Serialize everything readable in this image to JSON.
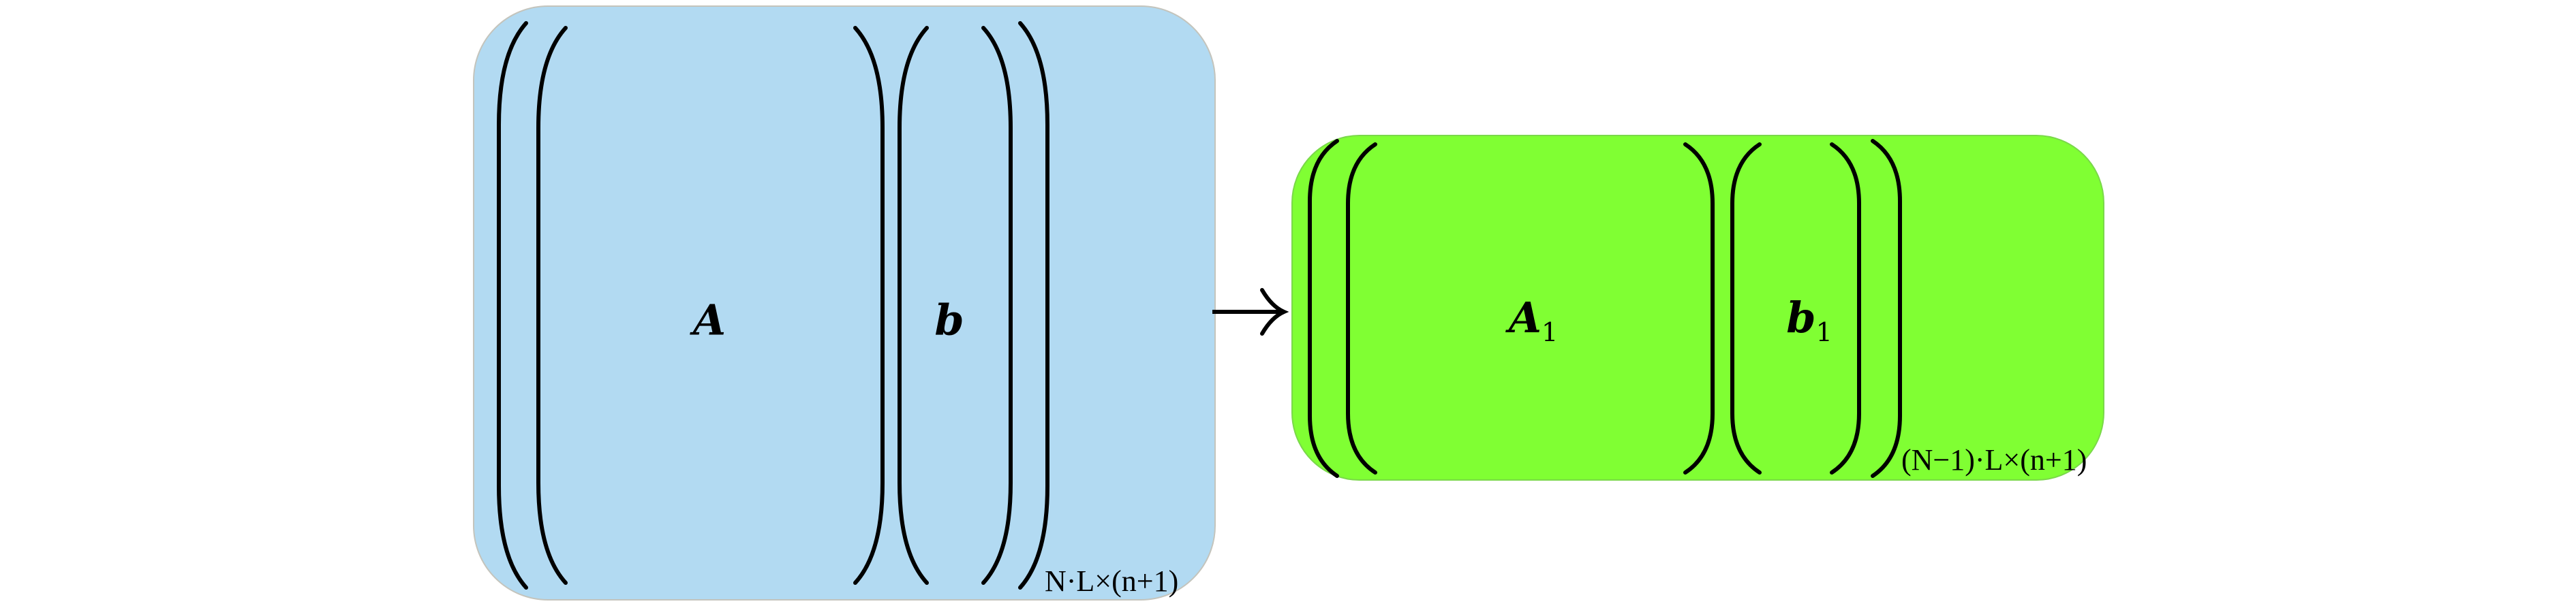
{
  "colors": {
    "source_box": "#b2daf2",
    "result_box": "#80ff33"
  },
  "source": {
    "matrix": "A",
    "vector": "b",
    "dimension": "N·L×(n+1)"
  },
  "result": {
    "matrix": "A",
    "matrix_subscript": "1",
    "vector": "b",
    "vector_subscript": "1",
    "dimension": "(N−1)·L×(n+1)"
  },
  "arrow": {
    "icon": "right-arrow-icon"
  }
}
